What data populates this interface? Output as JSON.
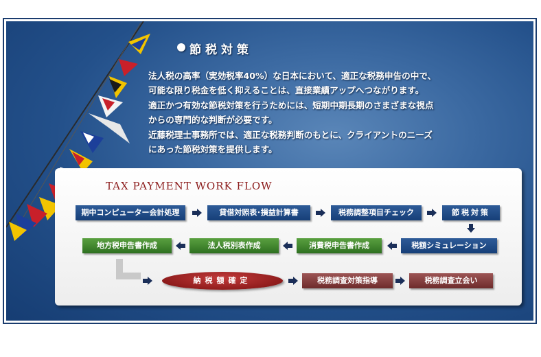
{
  "section": {
    "title": "節税対策"
  },
  "intro": {
    "lines": [
      "法人税の高率（実効税率40%）な日本において、適正な税務申告の中で、",
      "可能な限り税金を低く抑えることは、直接業績アップへつながります。",
      "適正かつ有効な節税対策を行うためには、短期中期長期のさまざまな視点",
      "からの専門的な判断が必要です。",
      "近藤税理士事務所では、適正な税務判断のもとに、クライアントのニーズ",
      "にあった節税対策を提供します。"
    ]
  },
  "workflow": {
    "title": "TAX PAYMENT  WORK FLOW",
    "row1": [
      "期中コンピューター会計処理",
      "貸借対照表･損益計算書",
      "税務調整項目チェック",
      "節税対策"
    ],
    "row2": [
      "税額シミュレーション",
      "消費税申告書作成",
      "法人税別表作成",
      "地方税申告書作成"
    ],
    "final": "納税額確定",
    "row3": [
      "税務調査対策指導",
      "税務調査立会い"
    ]
  },
  "colors": {
    "background": "#23508a",
    "step_blue": "#1f4a86",
    "step_green": "#3e8a2c",
    "step_brown": "#804040",
    "final_red": "#a01c1c",
    "title_red": "#8b1a1a"
  }
}
